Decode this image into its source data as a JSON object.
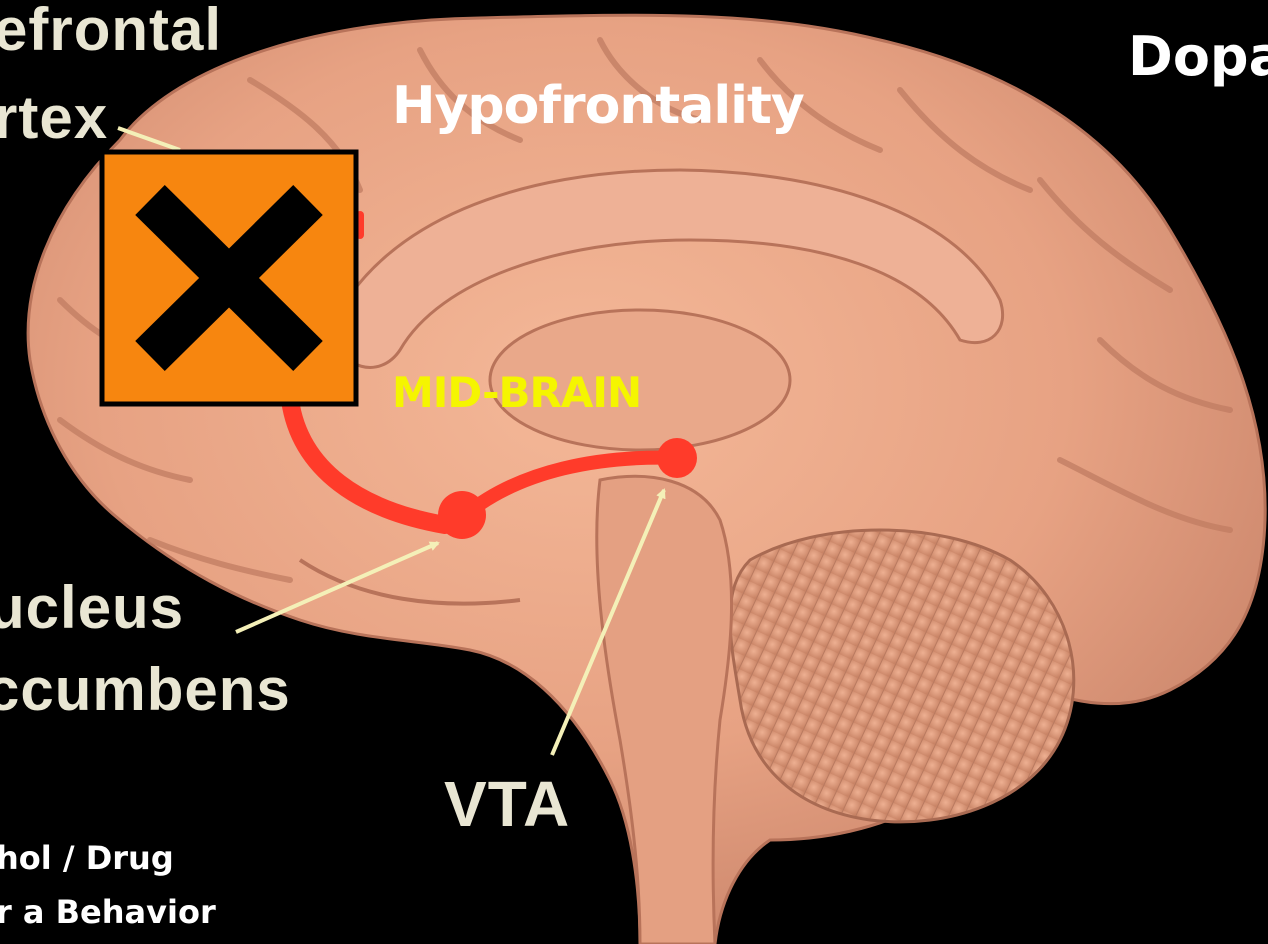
{
  "labels": {
    "prefrontal_line1": "efrontal",
    "prefrontal_line2": "rtex",
    "hypofrontality": "Hypofrontality",
    "title_partial": "Dopa",
    "midbrain": "MID-BRAIN",
    "nucleus_line1": "ucleus",
    "nucleus_line2": "ccumbens",
    "vta": "VTA",
    "bottom_line1": "hol / Drug",
    "bottom_line2": "r a Behavior"
  },
  "colors": {
    "background": "#000000",
    "brain": "#e8a584",
    "pathway": "#ff3b2a",
    "hazard_orange": "#f7860f",
    "arrow": "#f4f0b8",
    "grey_label": "#e9e6d3",
    "midbrain_label": "#f5f500"
  },
  "icons": {
    "hazard_symbol": "irritant-x-icon"
  }
}
